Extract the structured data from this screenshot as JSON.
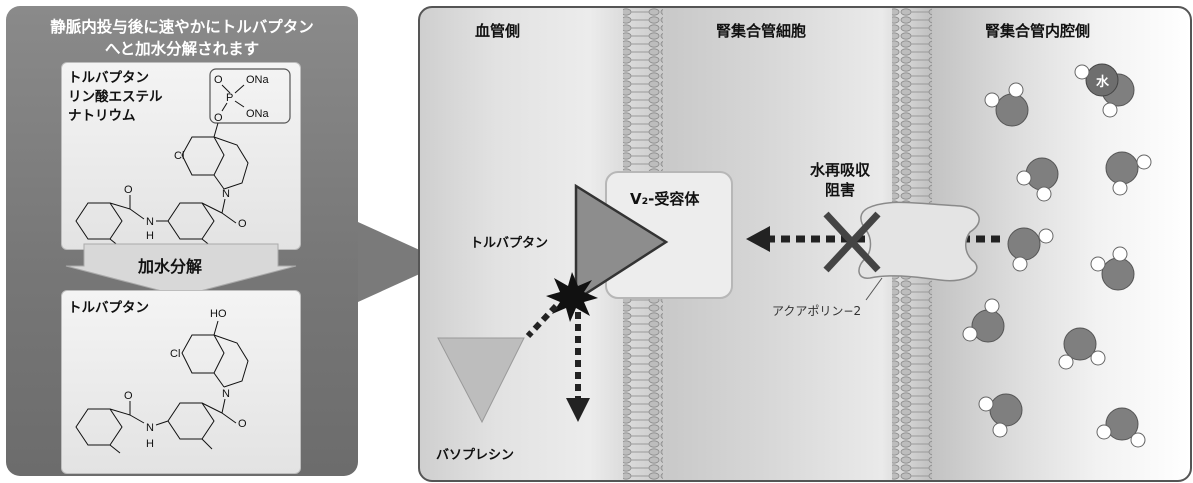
{
  "left": {
    "title_line1": "静脈内投与後に速やかにトルバプタン",
    "title_line2": "へと加水分解されます",
    "prodrug": {
      "name_line1": "トルバプタン",
      "name_line2": "リン酸エステル",
      "name_line3": "ナトリウム",
      "atoms": {
        "cl": "Cl",
        "n": "N",
        "nh": "N",
        "h": "H",
        "o1": "O",
        "o2": "O",
        "o3": "O",
        "p": "P",
        "ona1": "ONa",
        "ona2": "ONa"
      }
    },
    "hydrolysis_label": "加水分解",
    "product": {
      "name": "トルバプタン",
      "atoms": {
        "ho": "HO",
        "cl": "Cl",
        "n": "N",
        "nh": "N",
        "h": "H",
        "o1": "O",
        "o2": "O"
      }
    }
  },
  "right": {
    "col_blood": "血管側",
    "col_cell": "腎集合管細胞",
    "col_lumen": "腎集合管内腔側",
    "receptor": "V₂-受容体",
    "tolvaptan": "トルバプタン",
    "vasopressin": "バソプレシン",
    "inhibit_line1": "水再吸収",
    "inhibit_line2": "阻害",
    "aquaporin": "アクアポリン−2",
    "water": "水"
  },
  "colors": {
    "panel_gray": "#7a7a7a",
    "triangle_dark": "#8a8a8a",
    "triangle_light": "#b8b8b8",
    "water_oxygen": "#7f7f7f",
    "water_hydrogen": "#ffffff"
  }
}
